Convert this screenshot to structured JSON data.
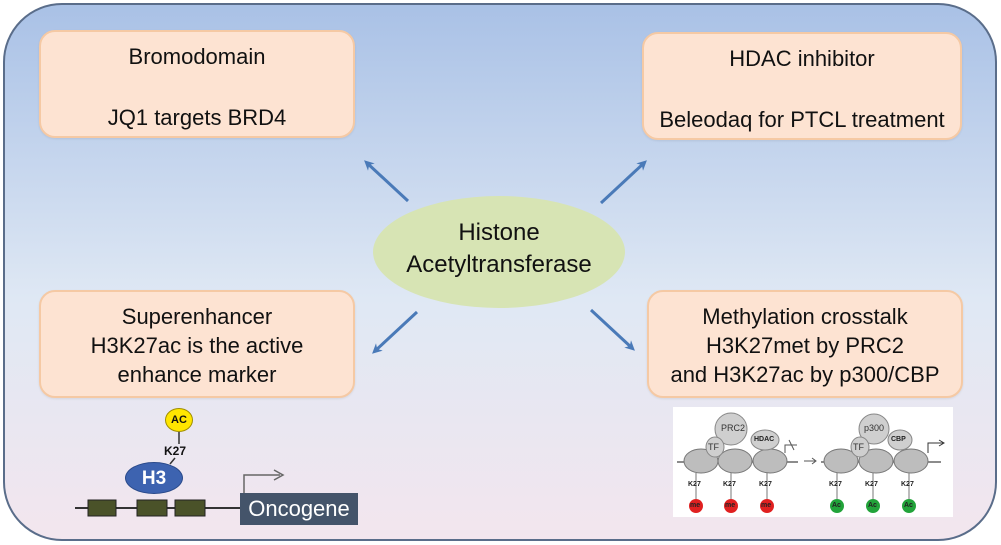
{
  "center": {
    "line1": "Histone",
    "line2": "Acetyltransferase"
  },
  "boxes": {
    "bromodomain": {
      "line1": "Bromodomain",
      "line2": "JQ1 targets BRD4"
    },
    "hdac": {
      "line1": "HDAC inhibitor",
      "line2": "Beleodaq for PTCL treatment"
    },
    "superenhancer": {
      "line1": "Superenhancer",
      "line2": "H3K27ac is the active",
      "line3": "enhance marker"
    },
    "methylation": {
      "line1": "Methylation crosstalk",
      "line2": "H3K27met by PRC2",
      "line3": "and H3K27ac by p300/CBP"
    }
  },
  "h3_illustration": {
    "ac": "AC",
    "k27": "K27",
    "h3": "H3",
    "oncogene": "Oncogene"
  },
  "chromatin_illustration": {
    "prc2": "PRC2",
    "hdac": "HDAC",
    "tf": "TF",
    "p300": "p300",
    "cbp": "CBP",
    "k27": "K27",
    "me": "me",
    "ac": "Ac"
  },
  "colors": {
    "box_fill": "#fde3d2",
    "box_border": "#f5c9a4",
    "ellipse_fill": "#d7e4b4",
    "arrow": "#4a7ab8",
    "h3": "#3d63b0",
    "oncogene": "#44546a",
    "ac_yellow": "#ffe600",
    "me_red": "#e02020",
    "ac_green": "#22a33a"
  }
}
